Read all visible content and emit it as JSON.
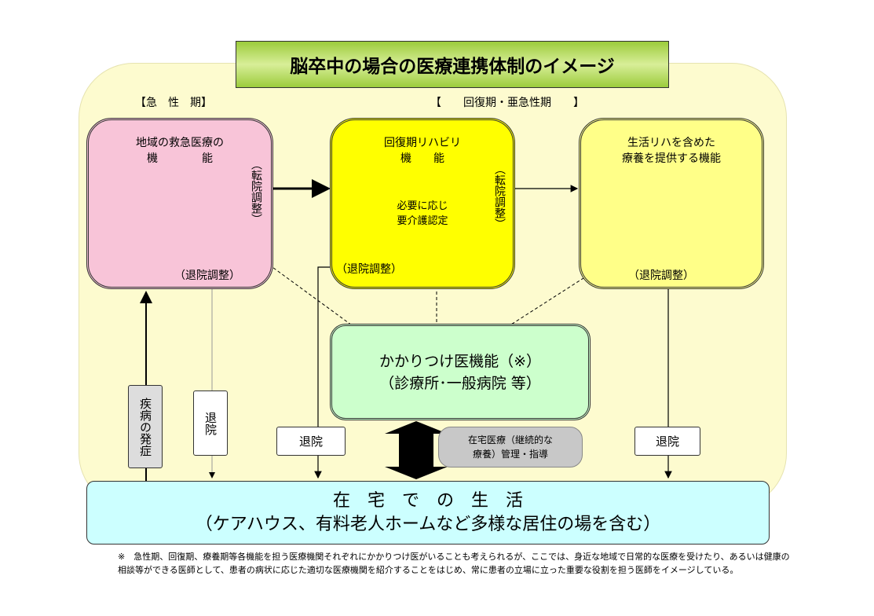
{
  "title": "脳卒中の場合の医療連携体制のイメージ",
  "phases": {
    "acute": "【急　性　期】",
    "recovery": "【　　回復期・亜急性期　　】"
  },
  "box_acute": {
    "line1": "地域の救急医療の",
    "line2": "機　　　　能",
    "transfer": "（転院調整）",
    "discharge": "（退院調整）"
  },
  "box_rehab": {
    "line1": "回復期リハビリ",
    "line2": "機　　能",
    "care1": "必要に応じ",
    "care2": "要介護認定",
    "transfer": "（転院調整）",
    "discharge": "（退院調整）"
  },
  "box_care": {
    "line1": "生活リハを含めた",
    "line2": "療養を提供する機能",
    "discharge": "（退院調整）"
  },
  "kakaritsuke": {
    "line1": "かかりつけ医機能（※）",
    "line2": "（診療所･一般病院 等）"
  },
  "onset": "疾病の発症",
  "discharge_labels": [
    "退院",
    "退院",
    "退院"
  ],
  "callout": {
    "line1": "在宅医療（継続的な",
    "line2": "療養）管理・指導"
  },
  "home": {
    "line1": "在　宅　で　の　生　活",
    "line2": "（ケアハウス、有料老人ホームなど多様な居住の場を含む）"
  },
  "note": "※　急性期、回復期、療養期等各機能を担う医療機関それぞれにかかりつけ医がいることも考えられるが、ここでは、身近な地域で日常的な医療を受けたり、あるいは健康の相談等ができる医師として、患者の病状に応じた適切な医療機関を紹介することをはじめ、常に患者の立場に立った重要な役割を担う医師をイメージしている。"
}
